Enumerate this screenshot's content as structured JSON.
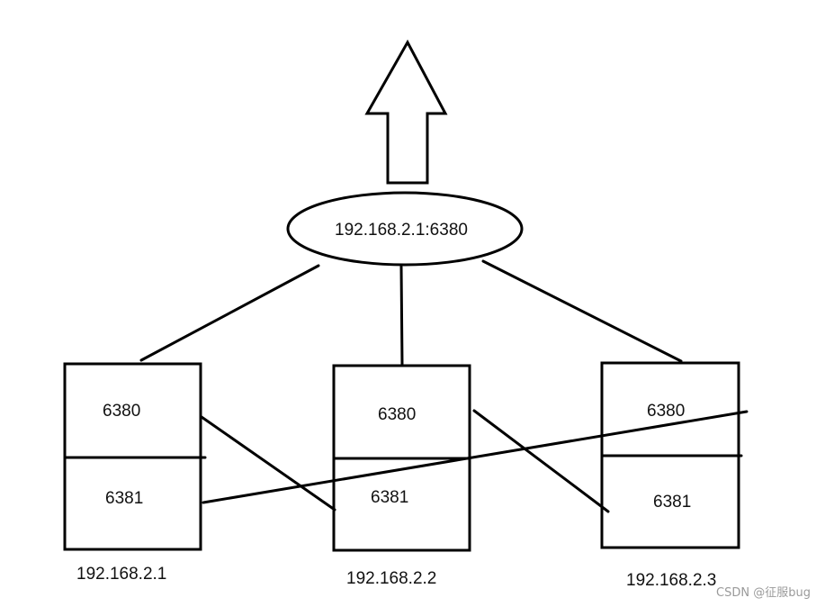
{
  "diagram": {
    "vip": {
      "label": "192.168.2.1:6380"
    },
    "hosts": [
      {
        "ip": "192.168.2.1",
        "master_port": "6380",
        "replica_port": "6381"
      },
      {
        "ip": "192.168.2.2",
        "master_port": "6380",
        "replica_port": "6381"
      },
      {
        "ip": "192.168.2.3",
        "master_port": "6380",
        "replica_port": "6381"
      }
    ]
  },
  "watermark": "CSDN @征服bug",
  "colors": {
    "stroke": "#000000",
    "text": "#111111",
    "watermark": "#9a9a9a",
    "background": "#ffffff"
  }
}
